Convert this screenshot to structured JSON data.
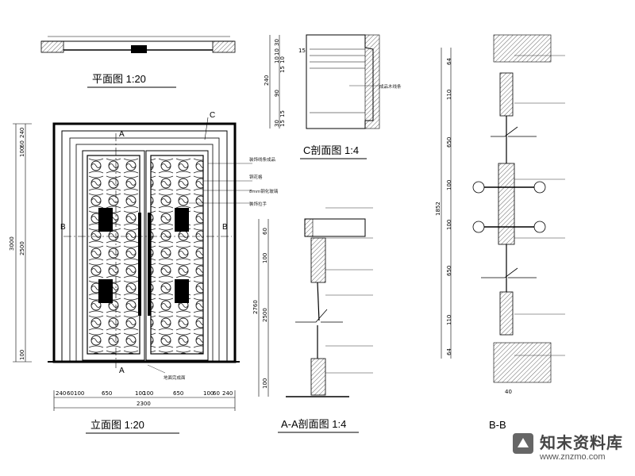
{
  "titles": {
    "plan": "平面图 1:20",
    "elevation": "立面图 1:20",
    "section_c": "C剖面图 1:4",
    "section_a": "A-A剖面图 1:4",
    "section_b": "B-B"
  },
  "markers": {
    "a": "A",
    "b": "B",
    "c": "C"
  },
  "elevation_dims": {
    "bottom": [
      "240",
      "60",
      "100",
      "650",
      "100",
      "100",
      "650",
      "100",
      "60",
      "240"
    ],
    "total_width": "2300",
    "left": [
      "240",
      "60",
      "100",
      "2500",
      "100"
    ],
    "total_height": "3000"
  },
  "section_c_dims": [
    "15",
    "30",
    "10",
    "10",
    "10",
    "15",
    "240",
    "90",
    "15",
    "30",
    "15"
  ],
  "section_a_dims": [
    "60",
    "100",
    "2500",
    "100",
    "2760"
  ],
  "section_b_dims": [
    "64",
    "110",
    "650",
    "100",
    "100",
    "650",
    "110",
    "64",
    "1852",
    "40"
  ],
  "notes": {
    "elevation": [
      "装饰线条成品",
      "铜花格",
      "8mm钢化玻璃",
      "装饰拉手",
      "地面完成面"
    ],
    "section_c": "成品木线条"
  },
  "watermark": {
    "brand": "知末资料库",
    "url": "www.znzmo.com"
  }
}
